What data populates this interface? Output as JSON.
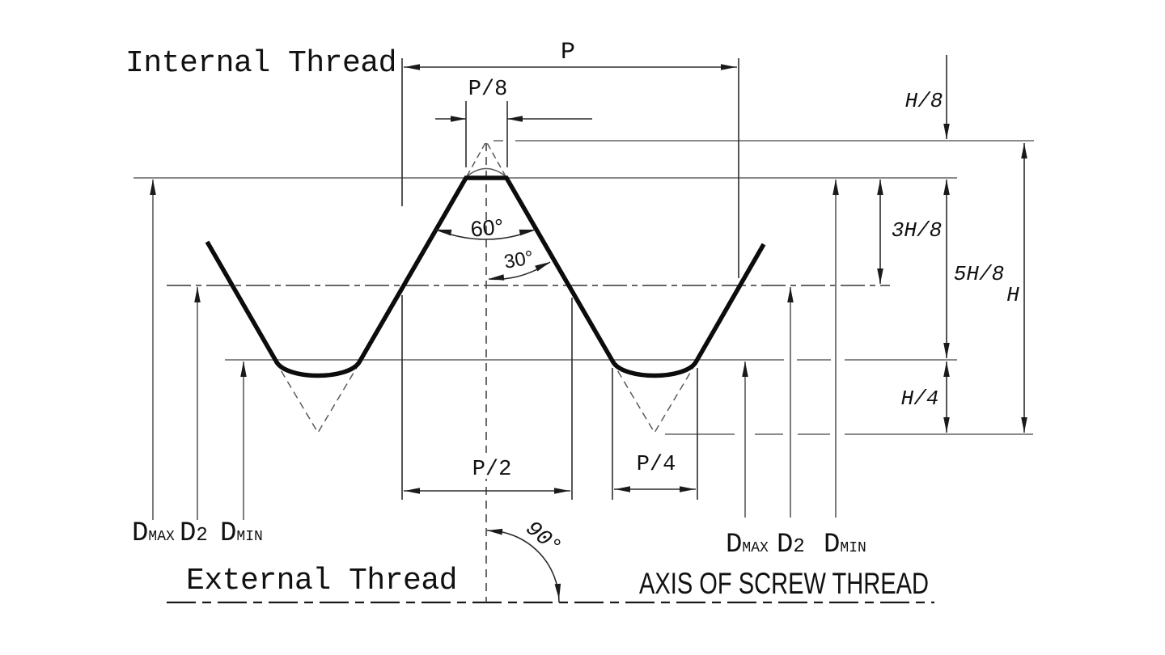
{
  "labels": {
    "internal_thread": "Internal Thread",
    "external_thread": "External Thread",
    "axis": "AXIS OF SCREW THREAD"
  },
  "pitch_dims": {
    "p": "P",
    "p8": "P/8",
    "p2": "P/2",
    "p4": "P/4"
  },
  "height_dims": {
    "h8": "H/8",
    "h38": "3H/8",
    "h58": "5H/8",
    "h": "H",
    "h4": "H/4"
  },
  "angles": {
    "full": "60°",
    "half": "30°",
    "right": "90°"
  },
  "diameters": {
    "left": [
      {
        "base": "D",
        "sub": "MAX"
      },
      {
        "base": "D",
        "sub": "2"
      },
      {
        "base": "D",
        "sub": "MIN"
      }
    ],
    "right": [
      {
        "base": "D",
        "sub": "MAX"
      },
      {
        "base": "D",
        "sub": "2"
      },
      {
        "base": "D",
        "sub": "MIN"
      }
    ]
  },
  "colors": {
    "background": "#ffffff",
    "profile_line": "#0c0c0c",
    "reference_line": "#8a8a8a",
    "dimension_line": "#2b2b2b",
    "construction_line": "#5a5a5a",
    "text": "#111111"
  }
}
